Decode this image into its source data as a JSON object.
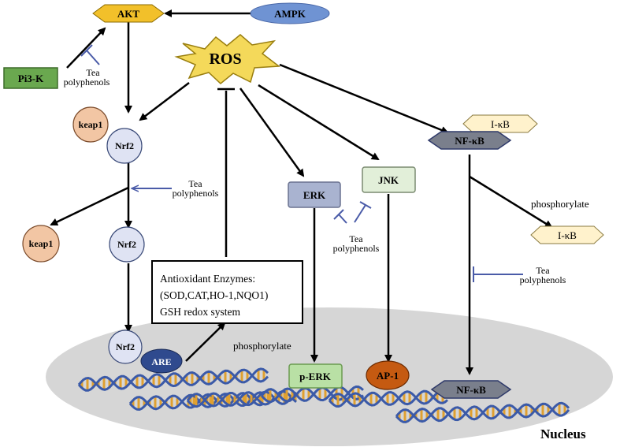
{
  "colors": {
    "nucleus": "#d6d6d6",
    "akt": "#f2c02a",
    "ampk": "#6f93d3",
    "pi3k": "#6aa84f",
    "ros": "#f4d95a",
    "keap1": "#f2c6a4",
    "nrf2": "#dfe3f3",
    "are": "#2f4a8e",
    "erk": "#a9b3d0",
    "jnk": "#e2efd9",
    "perk": "#b9e0a5",
    "ap1": "#c55a11",
    "ikb": "#fff2cc",
    "nfkb": "#7a7f8c",
    "inhibitor": "#4a5ba8",
    "dna_backbone": "#3b5aa8",
    "dna_rung": "#e0a030"
  },
  "nodes": {
    "akt": "AKT",
    "ampk": "AMPK",
    "pi3k": "Pi3-K",
    "ros": "ROS",
    "keap1_bound": "keap1",
    "nrf2_bound": "Nrf2",
    "keap1_free": "keap1",
    "nrf2_free": "Nrf2",
    "nrf2_nuclear": "Nrf2",
    "are": "ARE",
    "erk": "ERK",
    "jnk": "JNK",
    "perk": "p-ERK",
    "ap1": "AP-1",
    "ikb_bound": "I-κB",
    "nfkb_cyto": "NF-κB",
    "ikb_free": "I-κB",
    "nfkb_nuclear": "NF-κB",
    "nucleus": "Nucleus"
  },
  "enzymes_box": {
    "line1": "Antioxidant Enzymes:",
    "line2": "(SOD,CAT,HO-1,NQO1)",
    "line3": "GSH redox system"
  },
  "labels": {
    "tea1_a": "Tea",
    "tea1_b": "polyphenols",
    "tea2_a": "Tea",
    "tea2_b": "polyphenols",
    "tea3_a": "Tea",
    "tea3_b": "polyphenols",
    "tea4_a": "Tea",
    "tea4_b": "polyphenols",
    "phos_nfkb": "phosphorylate",
    "phos_erk": "phosphorylate"
  }
}
